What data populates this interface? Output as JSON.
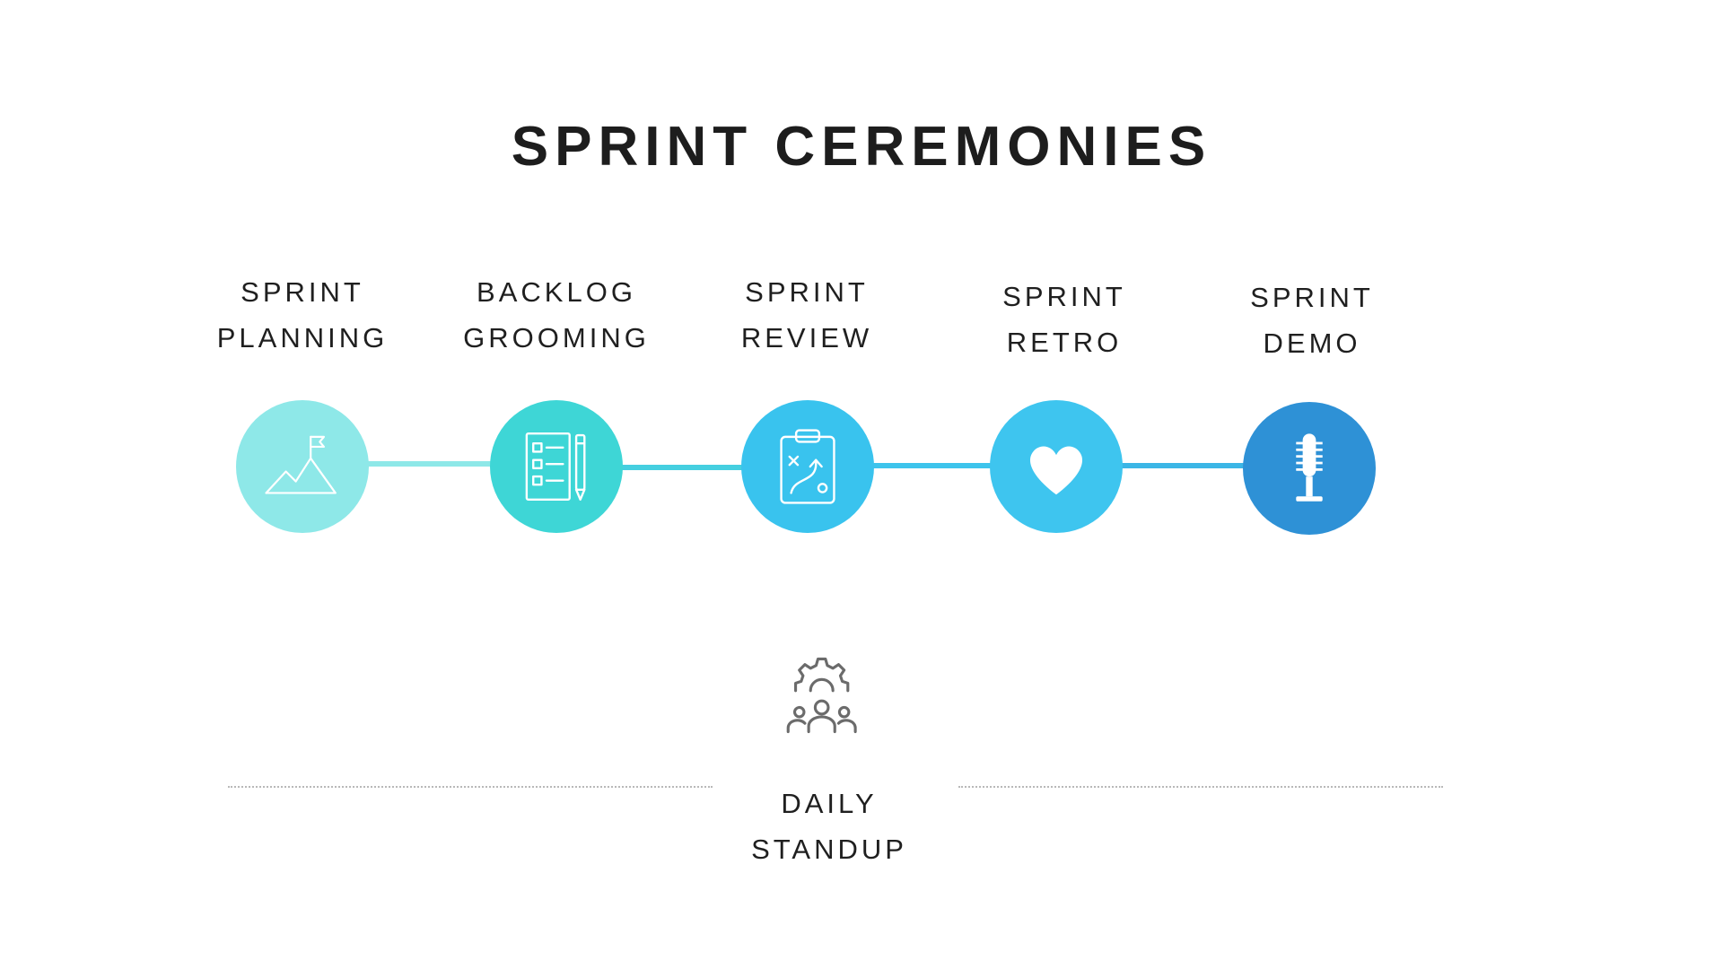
{
  "title": "SPRINT CEREMONIES",
  "colors": {
    "step_1": "#8ee8e8",
    "step_2": "#3ed6d6",
    "step_3": "#39c3ee",
    "step_4": "#3ec5ef",
    "step_5": "#2e91d6",
    "connector_1": "#8ee8e8",
    "connector_2": "#45cfe0",
    "connector_3": "#3dc4ec",
    "connector_4": "#3bb6e6",
    "icon": "#ffffff",
    "standup_icon": "#6b6b6b",
    "dotted_line": "#b9b9b9",
    "text": "#1f1f1f"
  },
  "steps": [
    {
      "line1": "SPRINT",
      "line2": "PLANNING",
      "icon": "mountain-flag-icon"
    },
    {
      "line1": "BACKLOG",
      "line2": "GROOMING",
      "icon": "checklist-pencil-icon"
    },
    {
      "line1": "SPRINT",
      "line2": "REVIEW",
      "icon": "strategy-clipboard-icon"
    },
    {
      "line1": "SPRINT",
      "line2": "RETRO",
      "icon": "heart-icon"
    },
    {
      "line1": "SPRINT",
      "line2": "DEMO",
      "icon": "microphone-icon"
    }
  ],
  "standup": {
    "line1": "DAILY",
    "line2": "STANDUP",
    "icon": "team-gear-icon"
  }
}
